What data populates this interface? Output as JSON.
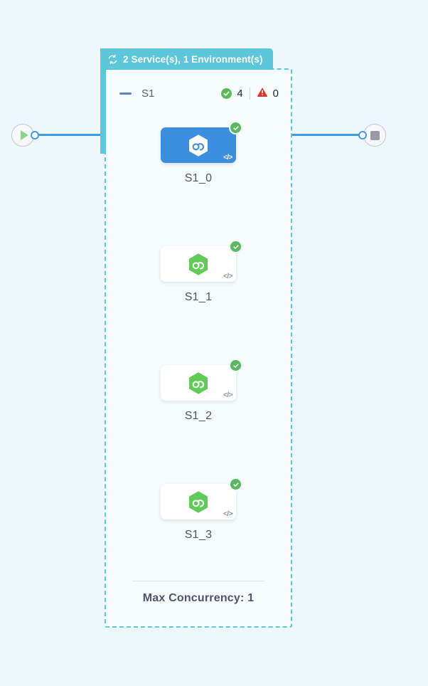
{
  "canvas": {
    "background_color": "#eef7fb"
  },
  "start_node": {
    "icon": "play-icon",
    "icon_color": "#86d98a"
  },
  "end_node": {
    "icon": "stop-icon",
    "icon_color": "#9b99a8"
  },
  "connections": {
    "accent_color": "#3d9be9",
    "left_port": "port-circle",
    "right_port": "port-circle"
  },
  "group": {
    "header": {
      "icon": "sync-icon",
      "label": "2 Service(s), 1 Environment(s)",
      "background_color": "#5bc7d8",
      "text_color": "#ffffff"
    },
    "border_color": "#5bc7d8",
    "service": {
      "collapse_toggle": "collapse-dash-icon",
      "name": "S1",
      "status": {
        "success_icon": "check-circle-icon",
        "success_count": "4",
        "success_color": "#5cb85c",
        "warning_icon": "warning-triangle-icon",
        "warning_count": "0",
        "warning_color": "#d9382c"
      }
    },
    "nodes": [
      {
        "label": "S1_0",
        "selected": true,
        "card_color": "#3c8ede",
        "hex_color": "#ffffff",
        "loop_color": "#3c8ede",
        "status_badge": "check-circle-icon",
        "code_mark": "</>"
      },
      {
        "label": "S1_1",
        "selected": false,
        "card_color": "#ffffff",
        "hex_color": "#5fcc57",
        "loop_color": "#ffffff",
        "status_badge": "check-circle-icon",
        "code_mark": "</>"
      },
      {
        "label": "S1_2",
        "selected": false,
        "card_color": "#ffffff",
        "hex_color": "#5fcc57",
        "loop_color": "#ffffff",
        "status_badge": "check-circle-icon",
        "code_mark": "</>"
      },
      {
        "label": "S1_3",
        "selected": false,
        "card_color": "#ffffff",
        "hex_color": "#5fcc57",
        "loop_color": "#ffffff",
        "status_badge": "check-circle-icon",
        "code_mark": "</>"
      }
    ],
    "footer": {
      "max_concurrency_label": "Max Concurrency: 1"
    }
  }
}
